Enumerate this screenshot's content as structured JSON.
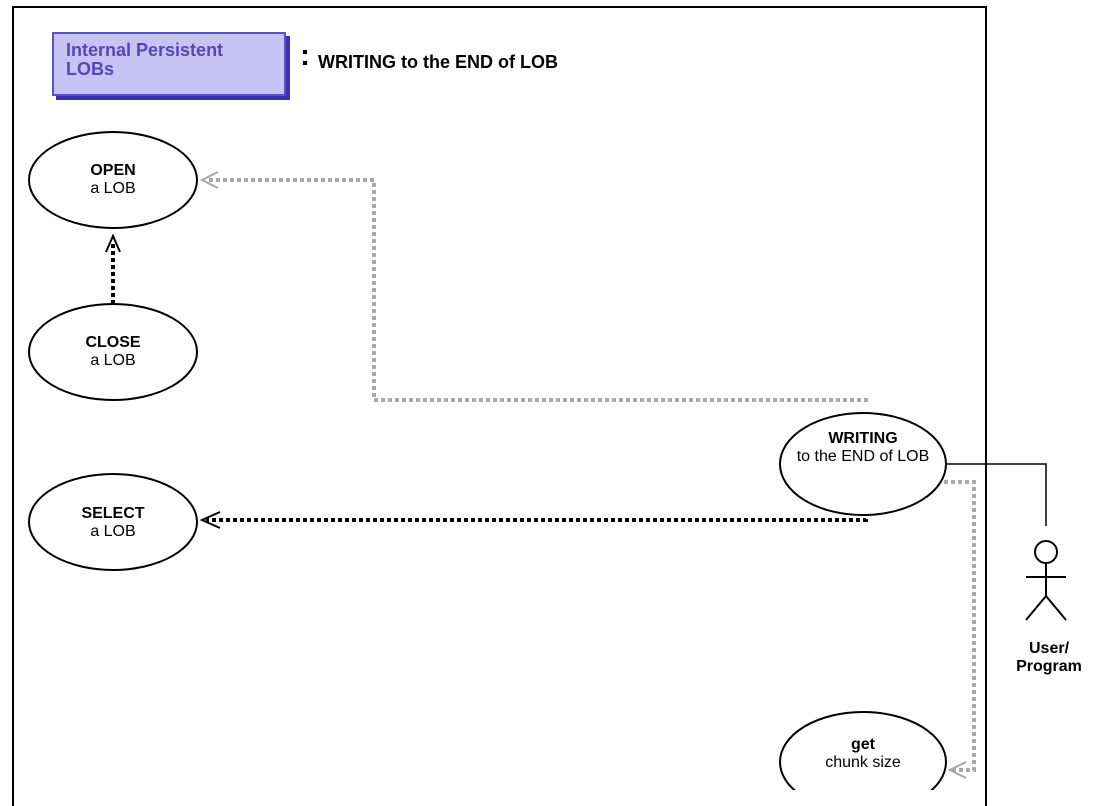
{
  "header": {
    "category_label": "Internal Persistent\nLOBs",
    "separator": ":",
    "title": "WRITING to the END of LOB"
  },
  "nodes": {
    "open": {
      "bold": "OPEN",
      "text": "a LOB"
    },
    "close": {
      "bold": "CLOSE",
      "text": "a LOB"
    },
    "select": {
      "bold": "SELECT",
      "text": "a LOB"
    },
    "writing": {
      "bold": "WRITING",
      "text": "to the END of LOB"
    },
    "get_chunk": {
      "bold": "get",
      "text": "chunk size"
    }
  },
  "actor": {
    "label": "User/\nProgram",
    "icon": "stick-figure-icon"
  },
  "colors": {
    "badge_fill": "#c7c4f5",
    "badge_border": "#5a4fd0",
    "badge_text": "#5a44b8",
    "dotted_gray": "#a8a8a8",
    "dotted_black": "#000000"
  }
}
